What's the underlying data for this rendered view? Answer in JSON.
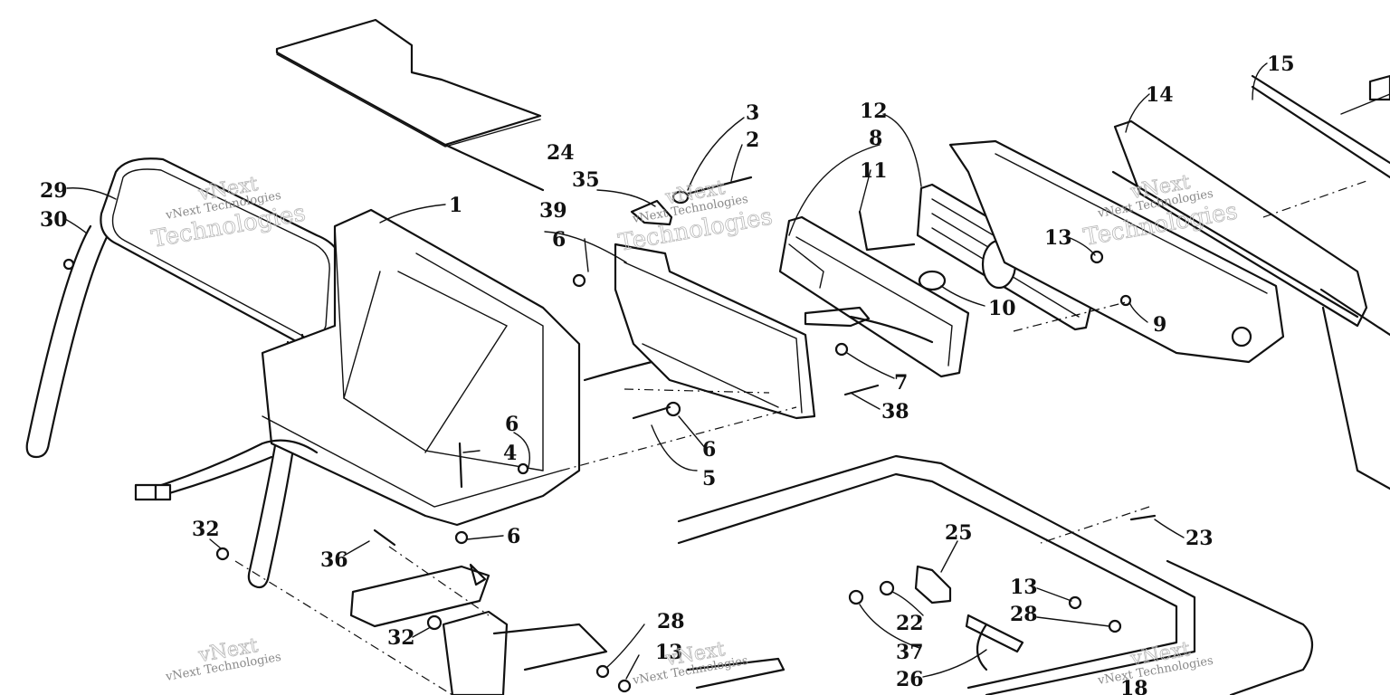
{
  "callouts": {
    "c1": "1",
    "c2": "2",
    "c3": "3",
    "c4": "4",
    "c5": "5",
    "c6a": "6",
    "c6b": "6",
    "c6c": "6",
    "c6d": "6",
    "c7": "7",
    "c8": "8",
    "c9": "9",
    "c10": "10",
    "c11": "11",
    "c12": "12",
    "c13a": "13",
    "c13b": "13",
    "c13c": "13",
    "c14": "14",
    "c15": "15",
    "c18": "18",
    "c22": "22",
    "c23": "23",
    "c24": "24",
    "c25": "25",
    "c26": "26",
    "c28a": "28",
    "c28b": "28",
    "c29": "29",
    "c30": "30",
    "c32a": "32",
    "c32b": "32",
    "c35": "35",
    "c36": "36",
    "c37": "37",
    "c38": "38",
    "c39": "39"
  },
  "watermark": {
    "brand": "vNext",
    "company": "Technologies",
    "full": "vNext Technologies"
  }
}
